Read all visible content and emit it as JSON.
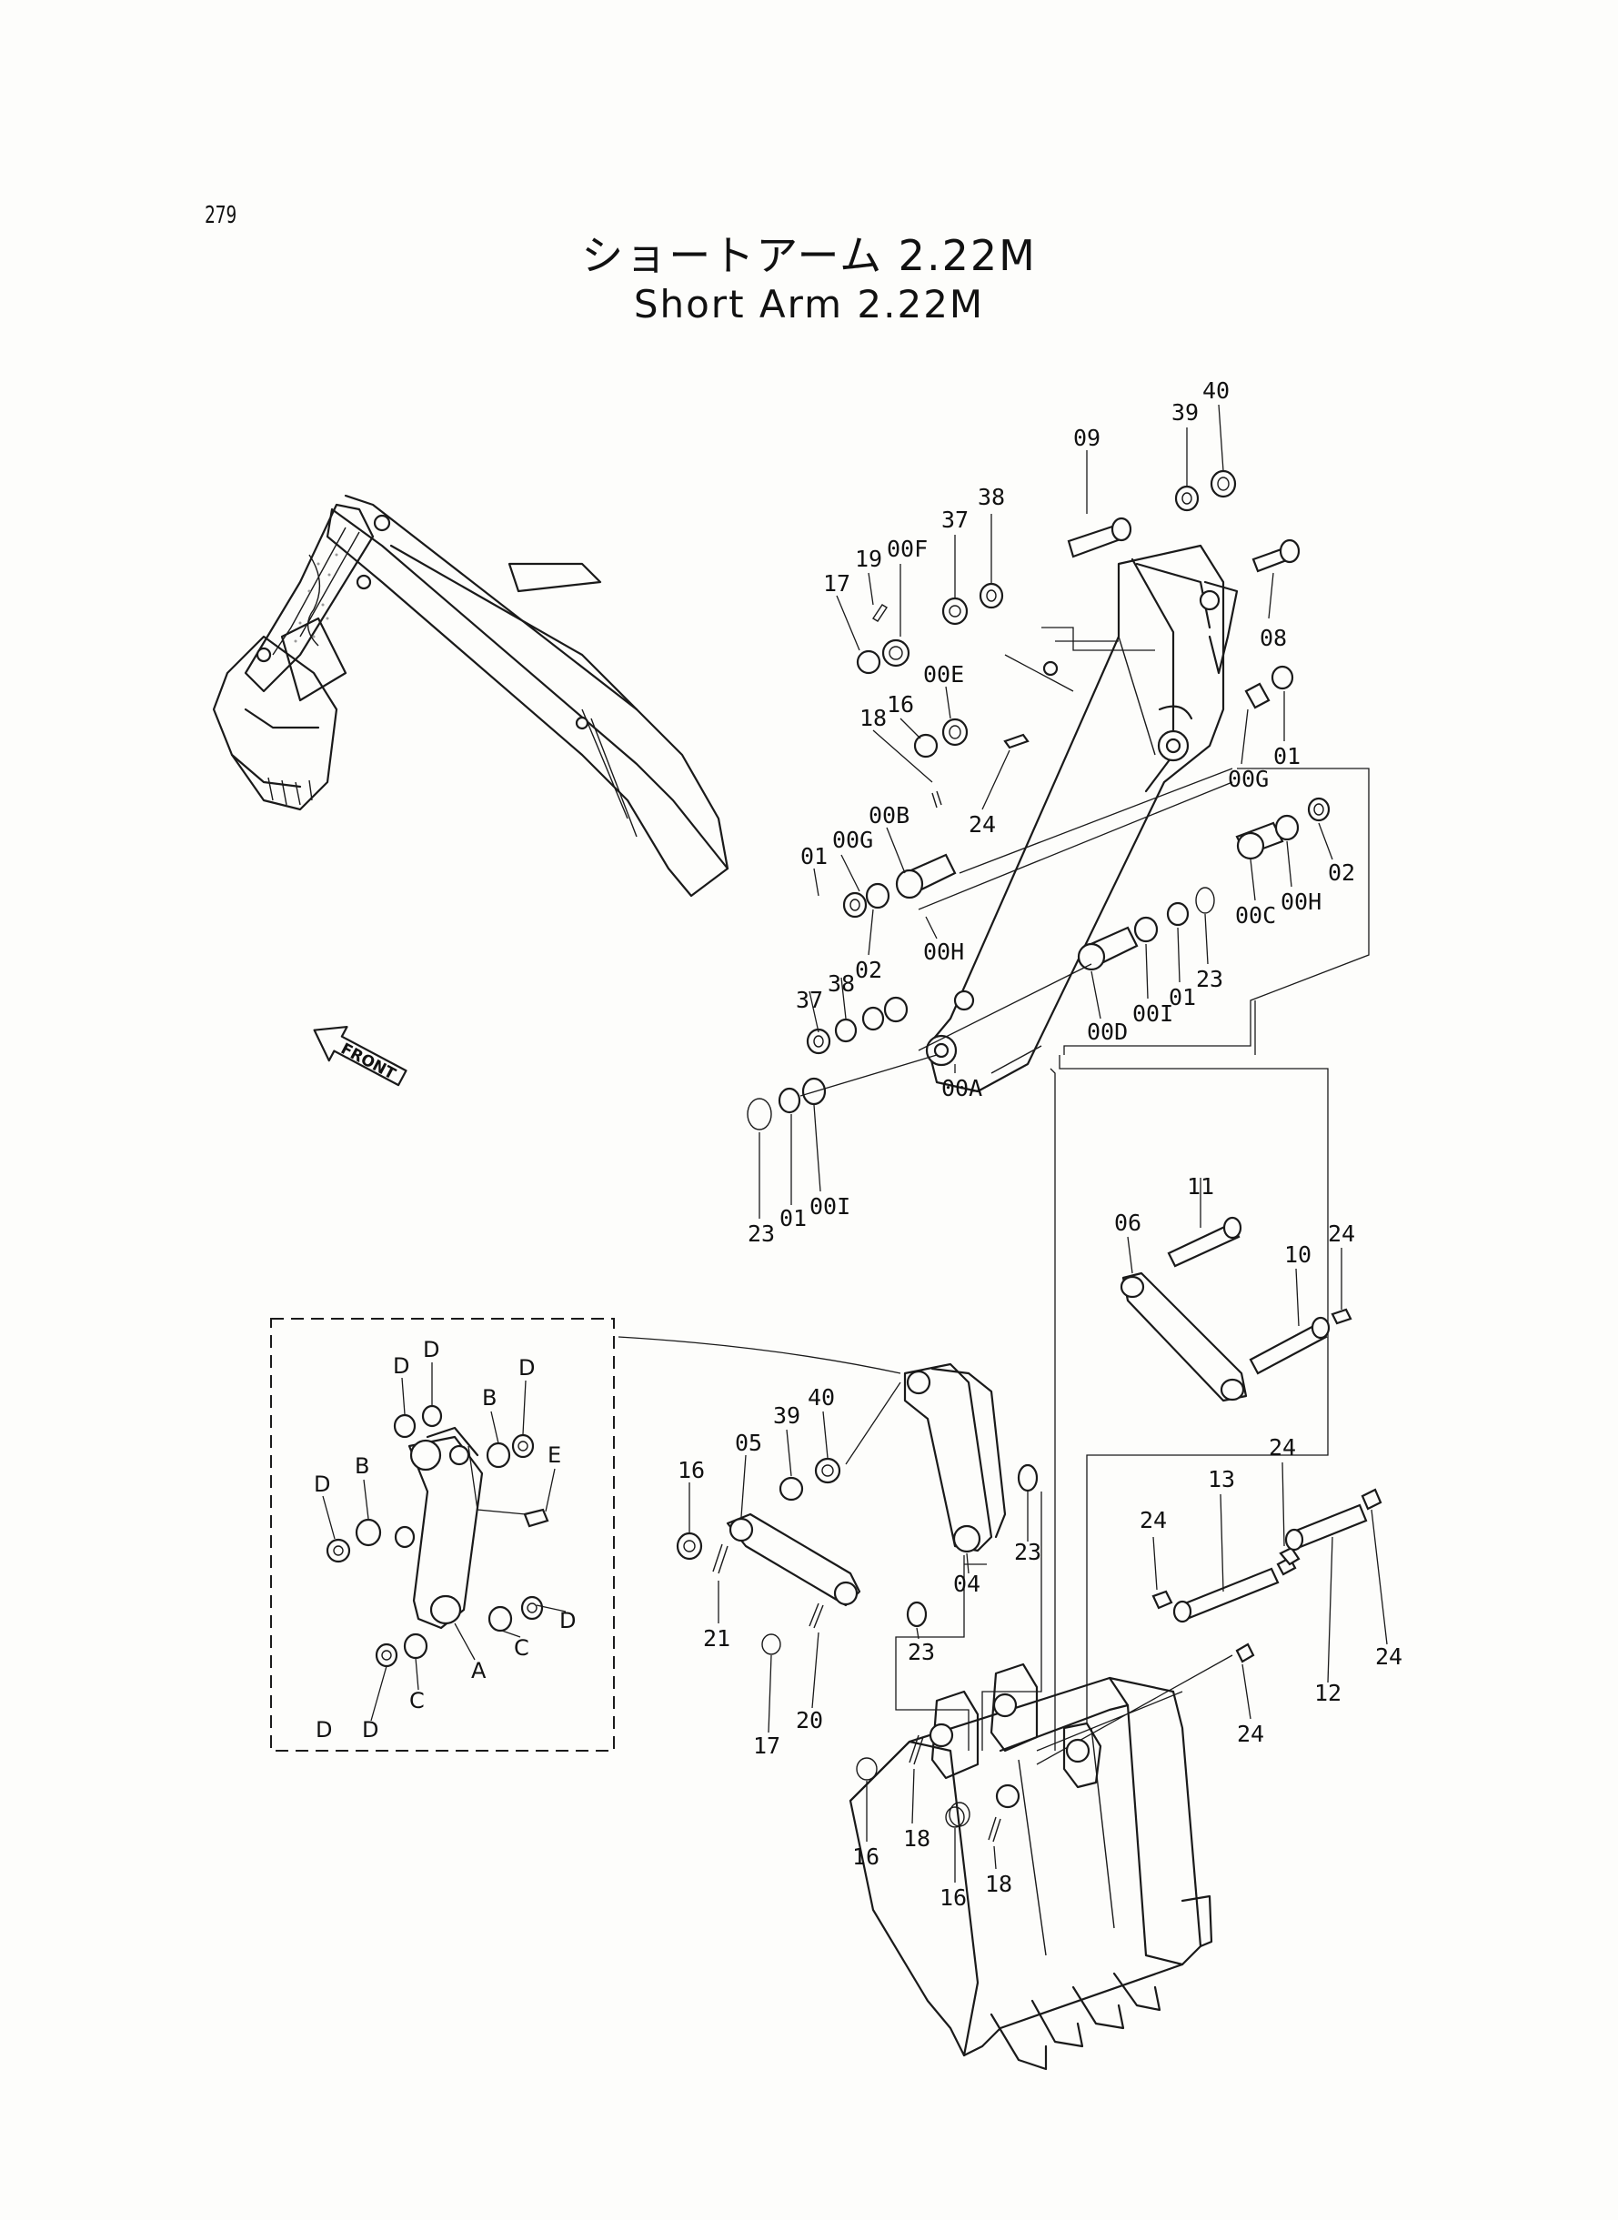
{
  "page_number": "279",
  "title_ja": "ショートアーム 2.22M",
  "title_en": "Short Arm 2.22M",
  "direction_arrow": "FRONT",
  "part_callouts": {
    "p09": "09",
    "p39": "39",
    "p40a": "40",
    "p37a": "37",
    "p38a": "38",
    "p19": "19",
    "p00F": "00F",
    "p17a": "17",
    "p08": "08",
    "p18a": "18",
    "p16a": "16",
    "p00E": "00E",
    "p00G_r": "00G",
    "p01_r": "01",
    "p24a": "24",
    "p00B": "00B",
    "p01_l": "01",
    "p00G_l": "00G",
    "p02_r": "02",
    "p00C": "00C",
    "p00H_r": "00H",
    "p00H_l": "00H",
    "p02_l": "02",
    "p37b": "37",
    "p38b": "38",
    "p00D": "00D",
    "p00I_r": "00I",
    "p01_m": "01",
    "p23_r": "23",
    "p00A": "00A",
    "p23_l": "23",
    "p01_b": "01",
    "p00I_l": "00I",
    "p11": "11",
    "p06": "06",
    "p10": "10",
    "p24b": "24",
    "p16b": "16",
    "p05": "05",
    "p39b": "39",
    "p40b": "40",
    "p21": "21",
    "p23_m": "23",
    "p04": "04",
    "p23_n": "23",
    "p17b": "17",
    "p20": "20",
    "p24c": "24",
    "p13": "13",
    "p24d": "24",
    "p24e": "24",
    "p12": "12",
    "p24f": "24",
    "p16c": "16",
    "p18b": "18",
    "p16d": "16",
    "p18c": "18"
  },
  "inset_callouts": {
    "d1": "D",
    "d2": "D",
    "d3": "D",
    "b1": "B",
    "e1": "E",
    "d4": "D",
    "b2": "B",
    "c1": "C",
    "d5": "D",
    "a1": "A",
    "d6": "D",
    "c2": "C",
    "d7": "D"
  }
}
